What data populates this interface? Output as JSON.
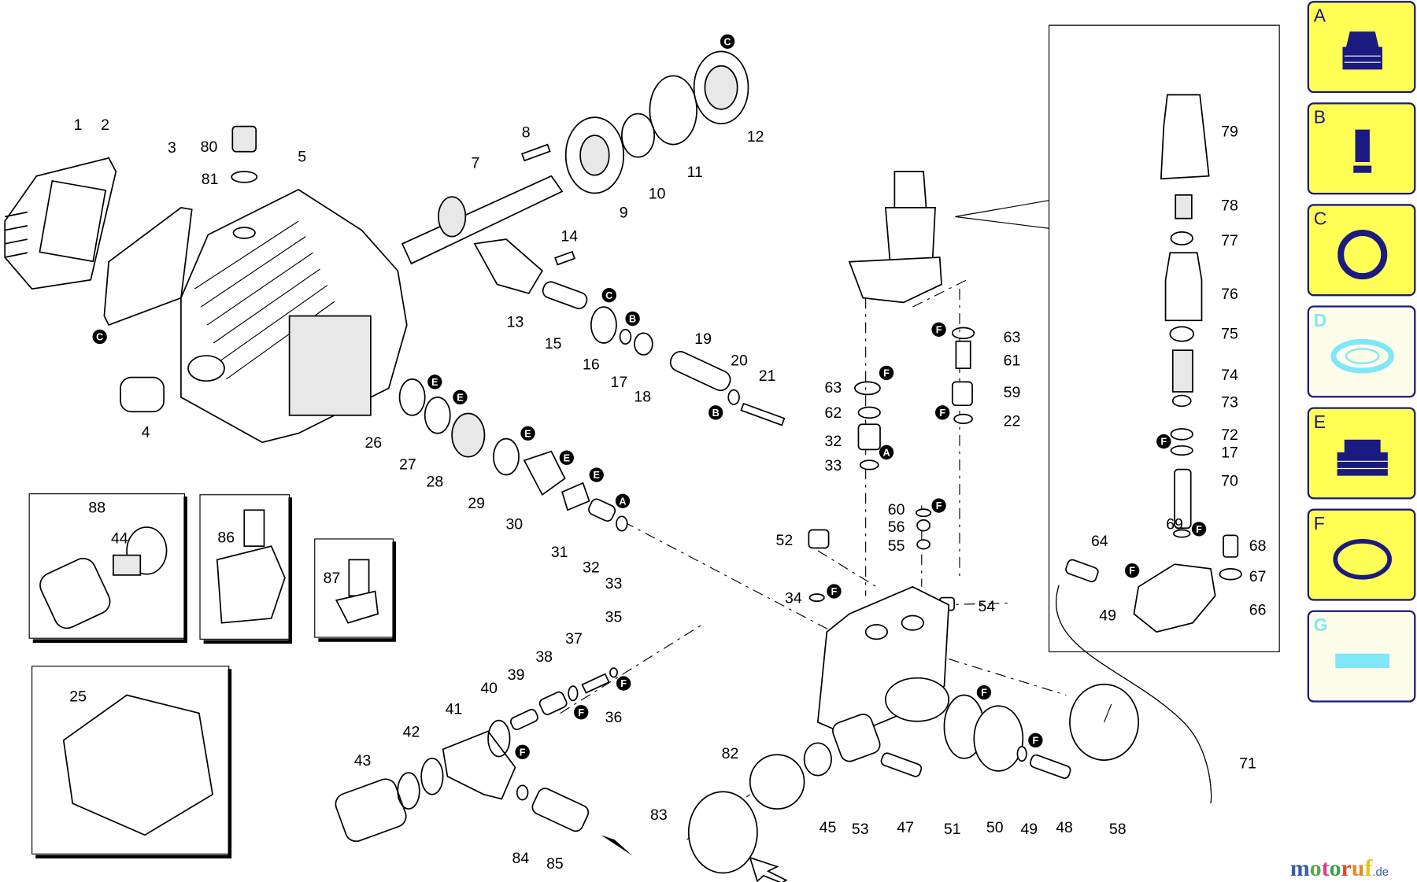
{
  "diagram": {
    "part_numbers": [
      "1",
      "2",
      "3",
      "80",
      "81",
      "5",
      "7",
      "8",
      "9",
      "10",
      "11",
      "12",
      "14",
      "13",
      "15",
      "16",
      "17",
      "18",
      "19",
      "20",
      "21",
      "4",
      "26",
      "27",
      "28",
      "29",
      "30",
      "31",
      "32",
      "33",
      "88",
      "44",
      "86",
      "87",
      "25",
      "43",
      "42",
      "41",
      "40",
      "39",
      "38",
      "37",
      "35",
      "36",
      "84",
      "85",
      "83",
      "82",
      "45",
      "53",
      "47",
      "51",
      "50",
      "49",
      "48",
      "58",
      "71",
      "52",
      "34",
      "54",
      "60",
      "56",
      "55",
      "63",
      "62",
      "32",
      "33",
      "63",
      "61",
      "59",
      "22",
      "79",
      "78",
      "77",
      "76",
      "75",
      "74",
      "73",
      "72",
      "17",
      "70",
      "69",
      "68",
      "67",
      "64",
      "49",
      "66"
    ],
    "badges": [
      "C",
      "C",
      "C",
      "B",
      "B",
      "E",
      "E",
      "E",
      "E",
      "E",
      "A",
      "A",
      "F",
      "F",
      "F",
      "F",
      "F",
      "F",
      "F",
      "F",
      "F",
      "F",
      "F",
      "F",
      "F"
    ]
  },
  "legend": [
    {
      "letter": "A",
      "icon": "valve-cap-icon",
      "active": true,
      "color": "#ffff55",
      "letter_color": "#1a1a80"
    },
    {
      "letter": "B",
      "icon": "piston-icon",
      "active": true,
      "color": "#ffff55",
      "letter_color": "#1a1a80"
    },
    {
      "letter": "C",
      "icon": "seal-ring-icon",
      "active": true,
      "color": "#ffff55",
      "letter_color": "#1a1a80"
    },
    {
      "letter": "D",
      "icon": "washer-icon",
      "active": false,
      "color": "#fdfdea",
      "letter_color": "#7fe8f8"
    },
    {
      "letter": "E",
      "icon": "packing-icon",
      "active": true,
      "color": "#ffff55",
      "letter_color": "#1a1a80"
    },
    {
      "letter": "F",
      "icon": "o-ring-icon",
      "active": true,
      "color": "#ffff55",
      "letter_color": "#1a1a80"
    },
    {
      "letter": "G",
      "icon": "bar-icon",
      "active": false,
      "color": "#fdfdea",
      "letter_color": "#7fe8f8"
    }
  ],
  "logo": {
    "brand": "motoruf",
    "suffix": ".de"
  }
}
